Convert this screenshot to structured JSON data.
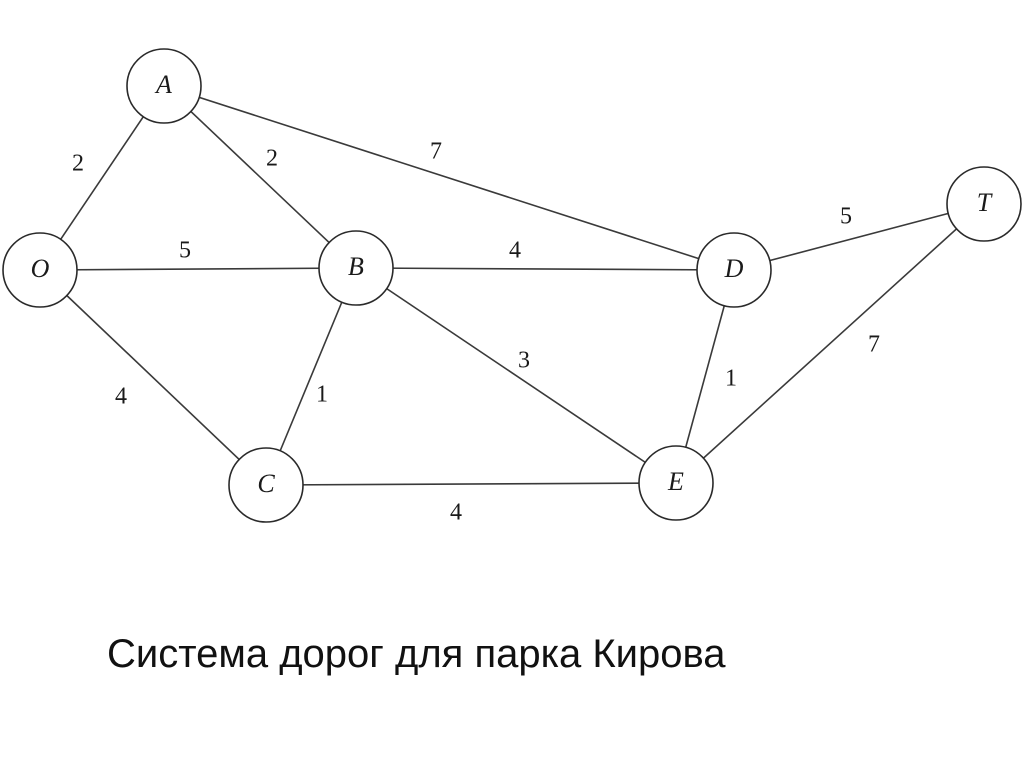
{
  "diagram": {
    "nodes": [
      {
        "id": "A",
        "label": "A"
      },
      {
        "id": "O",
        "label": "O"
      },
      {
        "id": "B",
        "label": "B"
      },
      {
        "id": "C",
        "label": "C"
      },
      {
        "id": "D",
        "label": "D"
      },
      {
        "id": "E",
        "label": "E"
      },
      {
        "id": "T",
        "label": "T"
      }
    ],
    "edges": [
      {
        "from": "O",
        "to": "A",
        "weight": "2"
      },
      {
        "from": "A",
        "to": "B",
        "weight": "2"
      },
      {
        "from": "A",
        "to": "D",
        "weight": "7"
      },
      {
        "from": "O",
        "to": "B",
        "weight": "5"
      },
      {
        "from": "O",
        "to": "C",
        "weight": "4"
      },
      {
        "from": "B",
        "to": "C",
        "weight": "1"
      },
      {
        "from": "B",
        "to": "D",
        "weight": "4"
      },
      {
        "from": "B",
        "to": "E",
        "weight": "3"
      },
      {
        "from": "C",
        "to": "E",
        "weight": "4"
      },
      {
        "from": "D",
        "to": "E",
        "weight": "1"
      },
      {
        "from": "D",
        "to": "T",
        "weight": "5"
      },
      {
        "from": "E",
        "to": "T",
        "weight": "7"
      }
    ]
  },
  "caption": "Система дорог для парка Кирова"
}
